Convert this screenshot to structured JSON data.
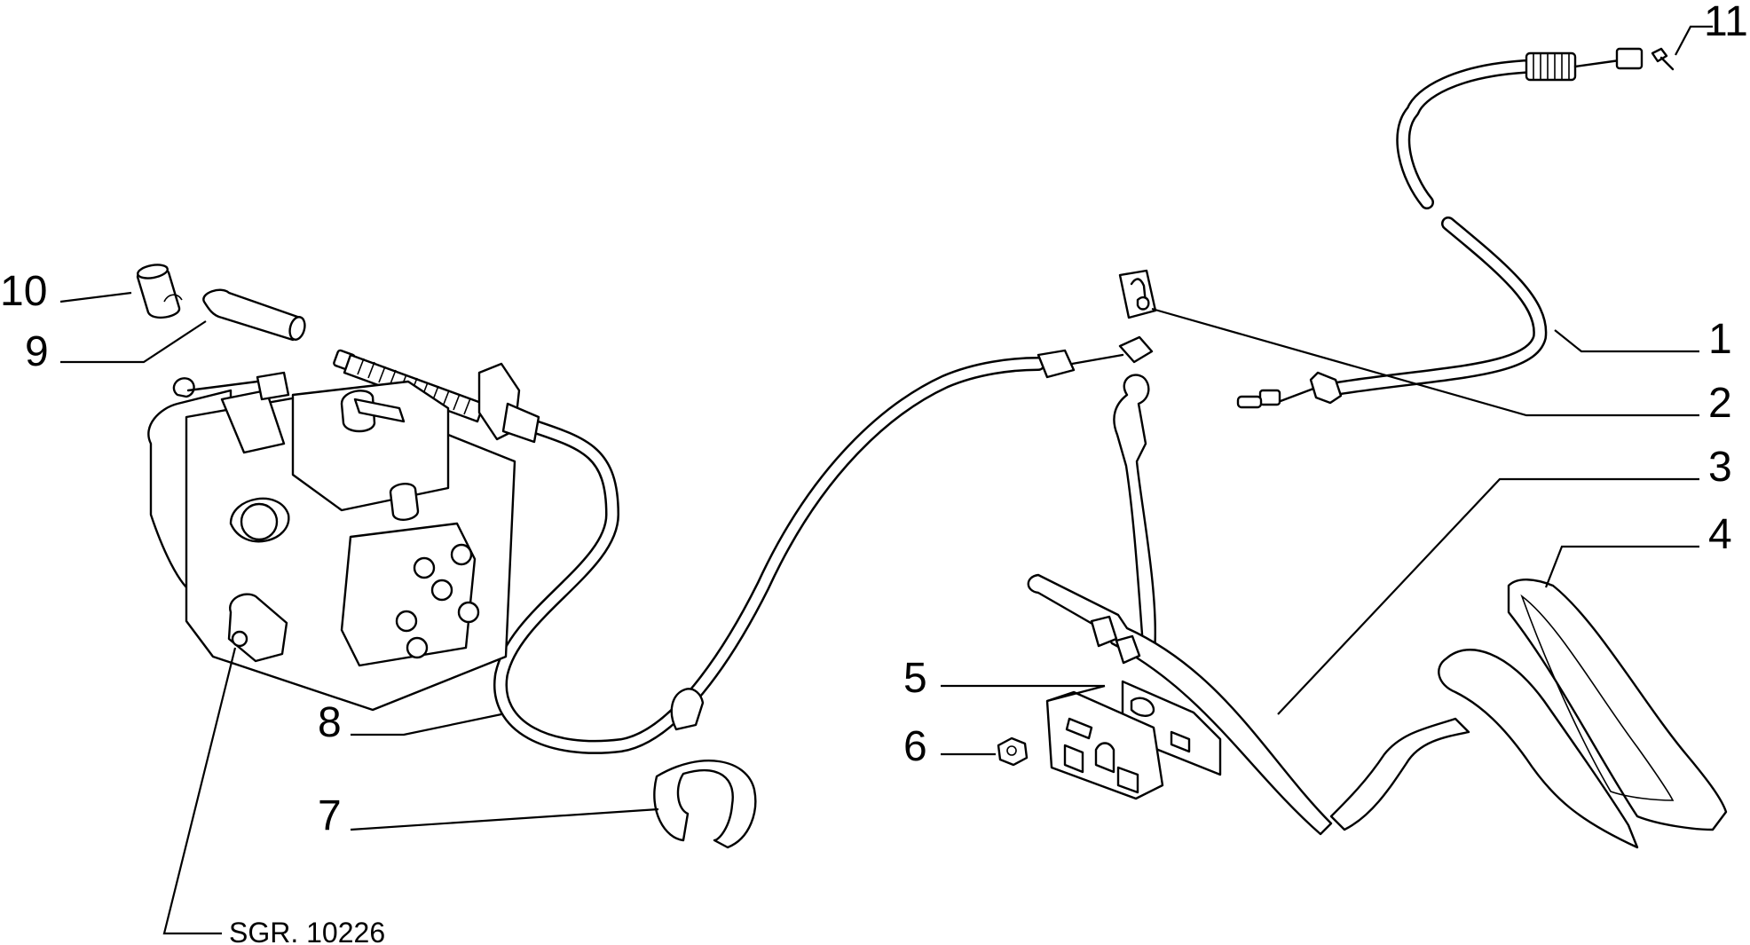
{
  "diagram": {
    "caption": "SGR. 10226",
    "callouts": [
      {
        "id": "1",
        "label": "1"
      },
      {
        "id": "2",
        "label": "2"
      },
      {
        "id": "3",
        "label": "3"
      },
      {
        "id": "4",
        "label": "4"
      },
      {
        "id": "5",
        "label": "5"
      },
      {
        "id": "6",
        "label": "6"
      },
      {
        "id": "7",
        "label": "7"
      },
      {
        "id": "8",
        "label": "8"
      },
      {
        "id": "9",
        "label": "9"
      },
      {
        "id": "10",
        "label": "10"
      },
      {
        "id": "11",
        "label": "11"
      }
    ]
  }
}
